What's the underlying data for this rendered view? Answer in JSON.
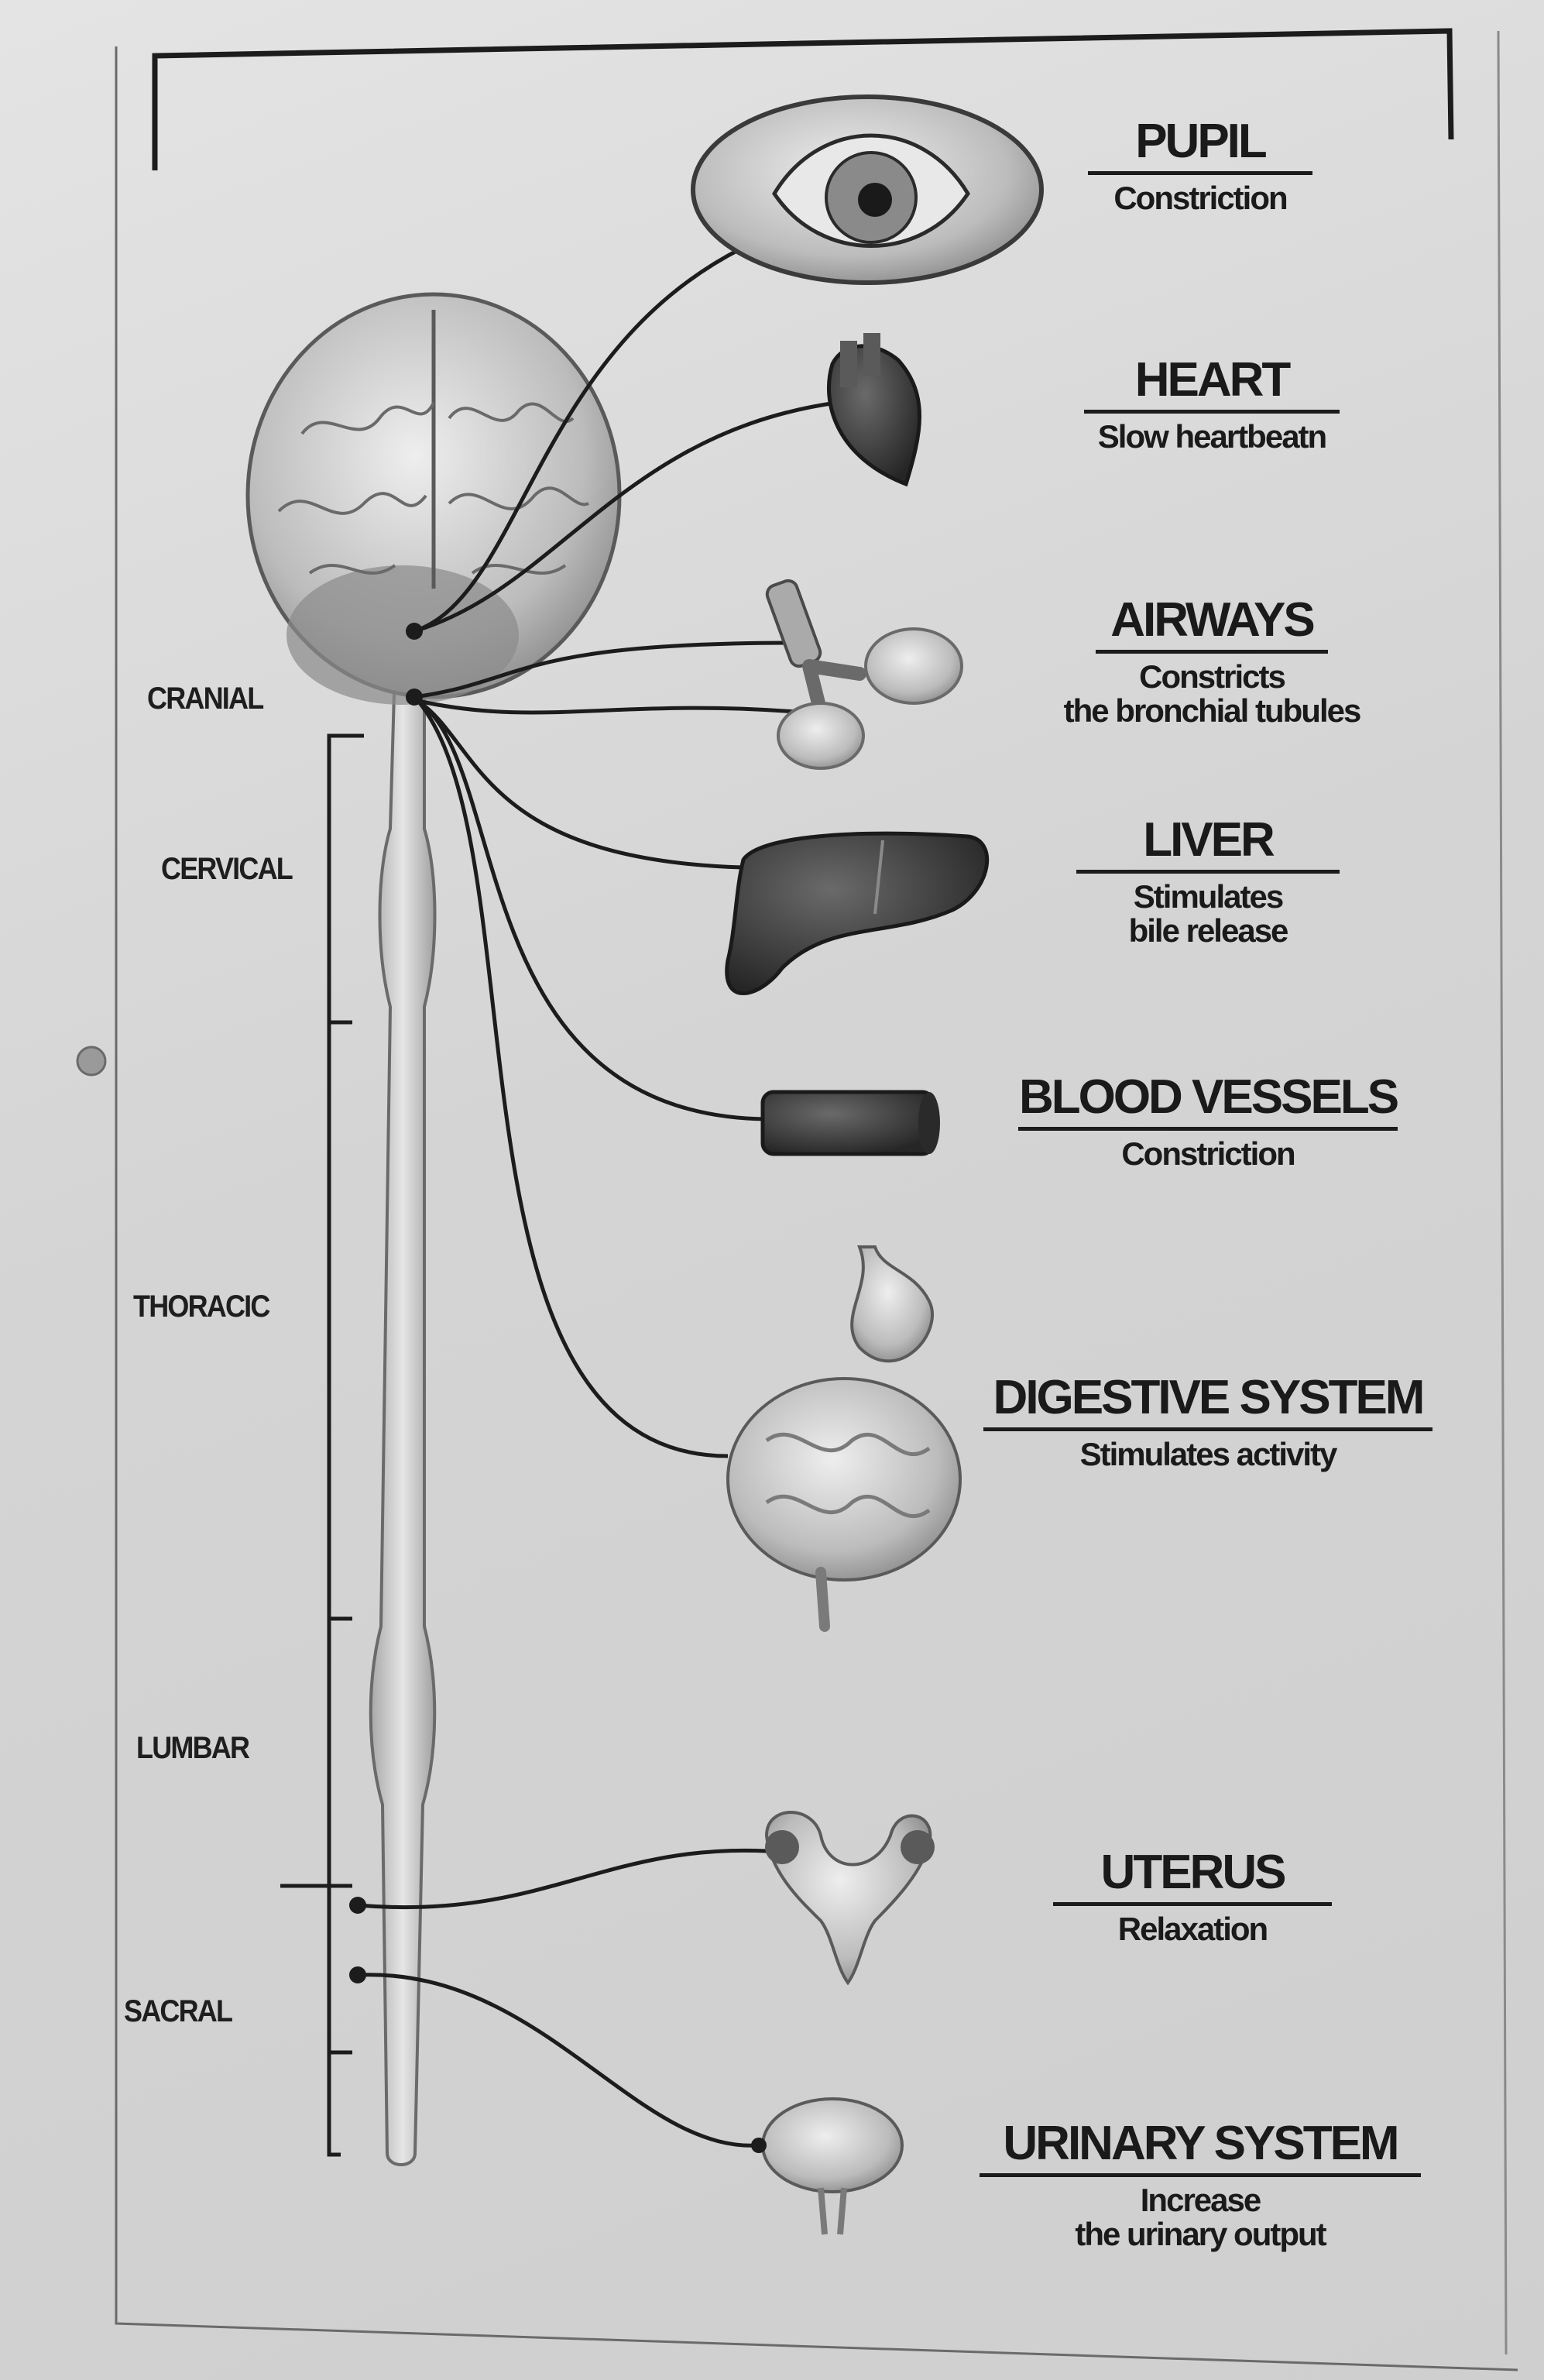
{
  "regions": [
    {
      "id": "cranial",
      "label": "CRANIAL"
    },
    {
      "id": "cervical",
      "label": "CERVICAL"
    },
    {
      "id": "thoracic",
      "label": "THORACIC"
    },
    {
      "id": "lumbar",
      "label": "LUMBAR"
    },
    {
      "id": "sacral",
      "label": "SACRAL"
    }
  ],
  "organs": [
    {
      "id": "pupil",
      "name": "PUPIL",
      "effect": "Constriction"
    },
    {
      "id": "heart",
      "name": "HEART",
      "effect": "Slow heartbeatn"
    },
    {
      "id": "airways",
      "name": "AIRWAYS",
      "effect": "Constricts\nthe bronchial tubules"
    },
    {
      "id": "liver",
      "name": "LIVER",
      "effect": "Stimulates\nbile release"
    },
    {
      "id": "blood_vessels",
      "name": "BLOOD VESSELS",
      "effect": "Constriction"
    },
    {
      "id": "digestive",
      "name": "DIGESTIVE SYSTEM",
      "effect": "Stimulates activity"
    },
    {
      "id": "uterus",
      "name": "UTERUS",
      "effect": "Relaxation"
    },
    {
      "id": "urinary",
      "name": "URINARY SYSTEM",
      "effect": "Increase\nthe urinary output"
    }
  ],
  "colors": {
    "ink": "#1c1c1c",
    "organ_light": "#bdbdbd",
    "organ_dark": "#3a3a3a",
    "spine": "#c8c8c8"
  }
}
